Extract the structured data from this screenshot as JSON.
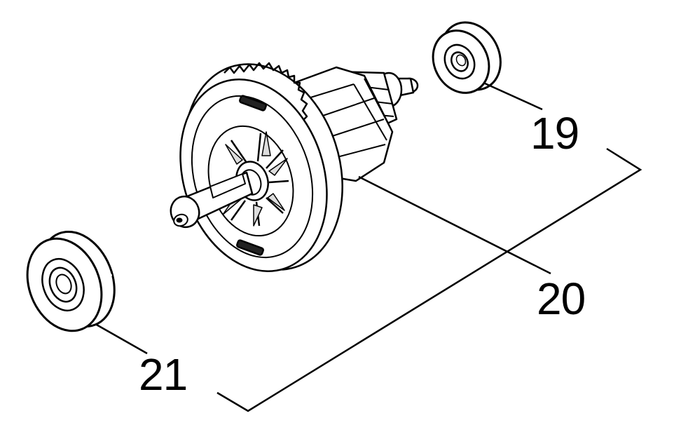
{
  "callouts": {
    "part_19": "19",
    "part_20": "20",
    "part_21": "21"
  },
  "colors": {
    "line": "#000000",
    "background": "#ffffff",
    "shading": "#d9d9d9",
    "dark": "#1a1a1a"
  },
  "parts": [
    {
      "number": "19",
      "icon": "ball-bearing-icon"
    },
    {
      "number": "20",
      "icon": "armature-rotor-icon"
    },
    {
      "number": "21",
      "icon": "ball-bearing-icon"
    }
  ]
}
